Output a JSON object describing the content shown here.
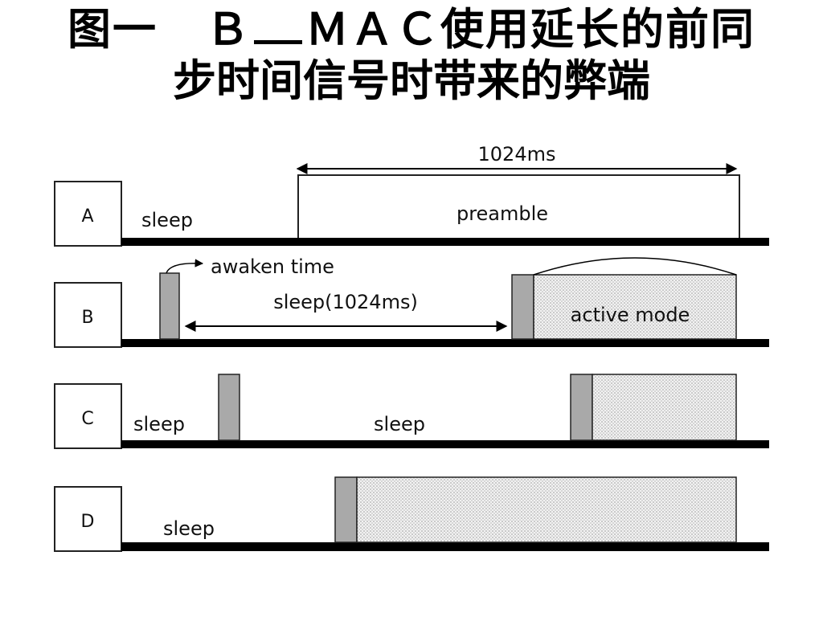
{
  "title": {
    "prefix": "图一",
    "b": "Ｂ",
    "rest": "ＭＡＣ使用延长的前同",
    "line2": "步时间信号时带来的弊端"
  },
  "diagram": {
    "span_label": "1024ms",
    "rows": [
      {
        "id": "A",
        "sleep_label": "sleep",
        "block_label": "preamble"
      },
      {
        "id": "B",
        "annot_label": "awaken time",
        "sleep_label": "sleep(1024ms)",
        "block_label": "active mode"
      },
      {
        "id": "C",
        "sleep_label": "sleep",
        "sleep_label2": "sleep"
      },
      {
        "id": "D",
        "sleep_label": "sleep"
      }
    ]
  },
  "colors": {
    "awake_gray": "#a9a9a9",
    "stroke": "#222222",
    "baseline": "#000000"
  }
}
